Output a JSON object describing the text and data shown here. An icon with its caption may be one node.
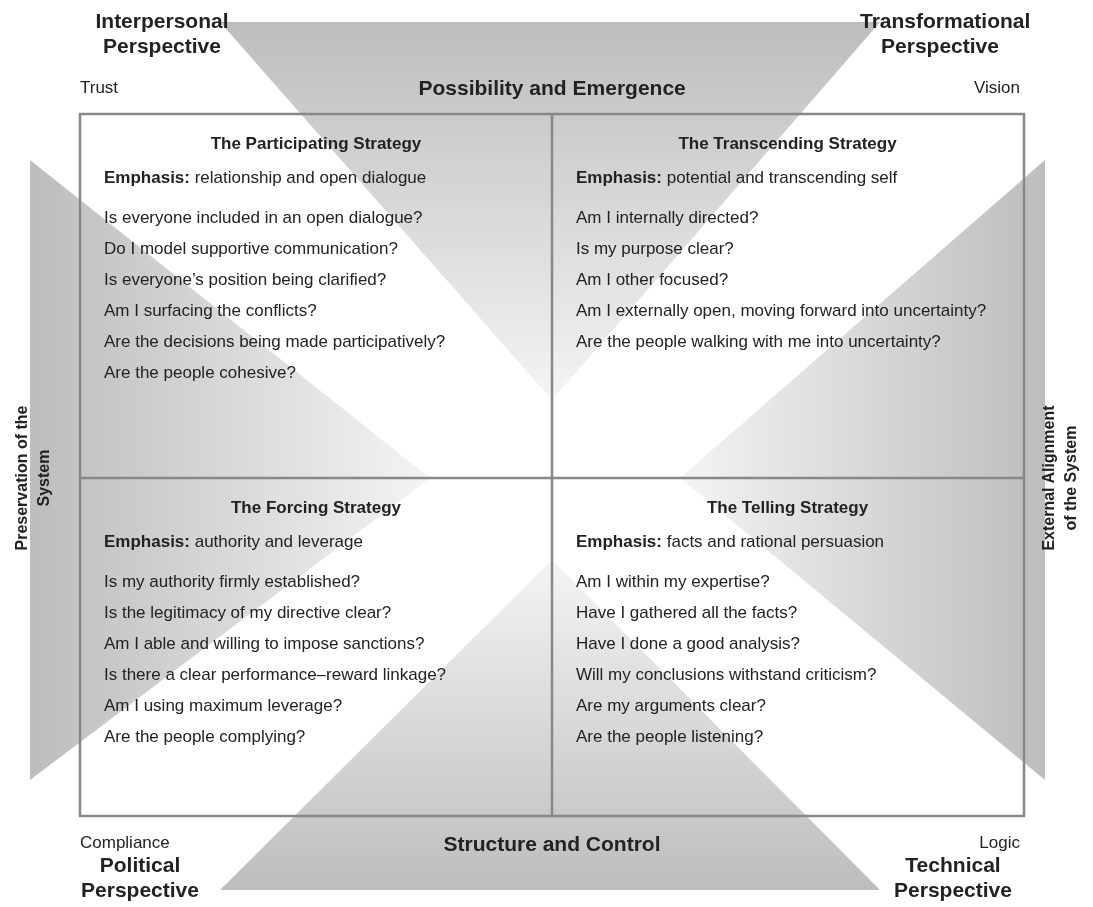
{
  "diagram": {
    "nodes": [
      {
        "text": [
          "The Participating Strategy",
          "**Emphasis:** relationship and open dialogue",
          "Is everyone included in an open dialogue?",
          "Do I model supportive communication?",
          "Is everyone’s position being clarified?",
          "Am I surfacing the conflicts?",
          "Are the decisions being made participatively?",
          "Are the people cohesive?"
        ]
      },
      {
        "text": [
          "The Transcending Strategy",
          "**Emphasis:** potential and transcending self",
          "Am I internally directed?",
          "Is my purpose clear?",
          "Am I other focused?",
          "Am I externally open, moving forward into uncertainty?",
          "Are the people walking with me into uncertainty?"
        ]
      },
      {
        "text": [
          "The Forcing Strategy",
          "**Emphasis:** authority and leverage",
          "Is my authority firmly established?",
          "Is the legitimacy of my directive clear?",
          "Am I able and willing to impose sanctions?",
          "Is there a clear performance–reward linkage?",
          "Am I using maximum leverage?",
          "Are the people complying?"
        ]
      },
      {
        "text": [
          "The Telling Strategy",
          "**Emphasis:** facts and rational persuasion",
          "Am I within my expertise?",
          "Have I gathered all the facts?",
          "Have I done a good analysis?",
          "Will my conclusions withstand criticism?",
          "Are my arguments clear?",
          "Are the people listening?"
        ]
      }
    ],
    "labels": [
      "Interpersonal Perspective",
      "Transformational Perspective",
      "Trust",
      "Possibility and Emergence",
      "Vision",
      "Preservation of the System",
      "External Alignment of the System",
      "Compliance",
      "Structure and Control",
      "Logic",
      "Political Perspective",
      "Technical Perspective"
    ]
  }
}
